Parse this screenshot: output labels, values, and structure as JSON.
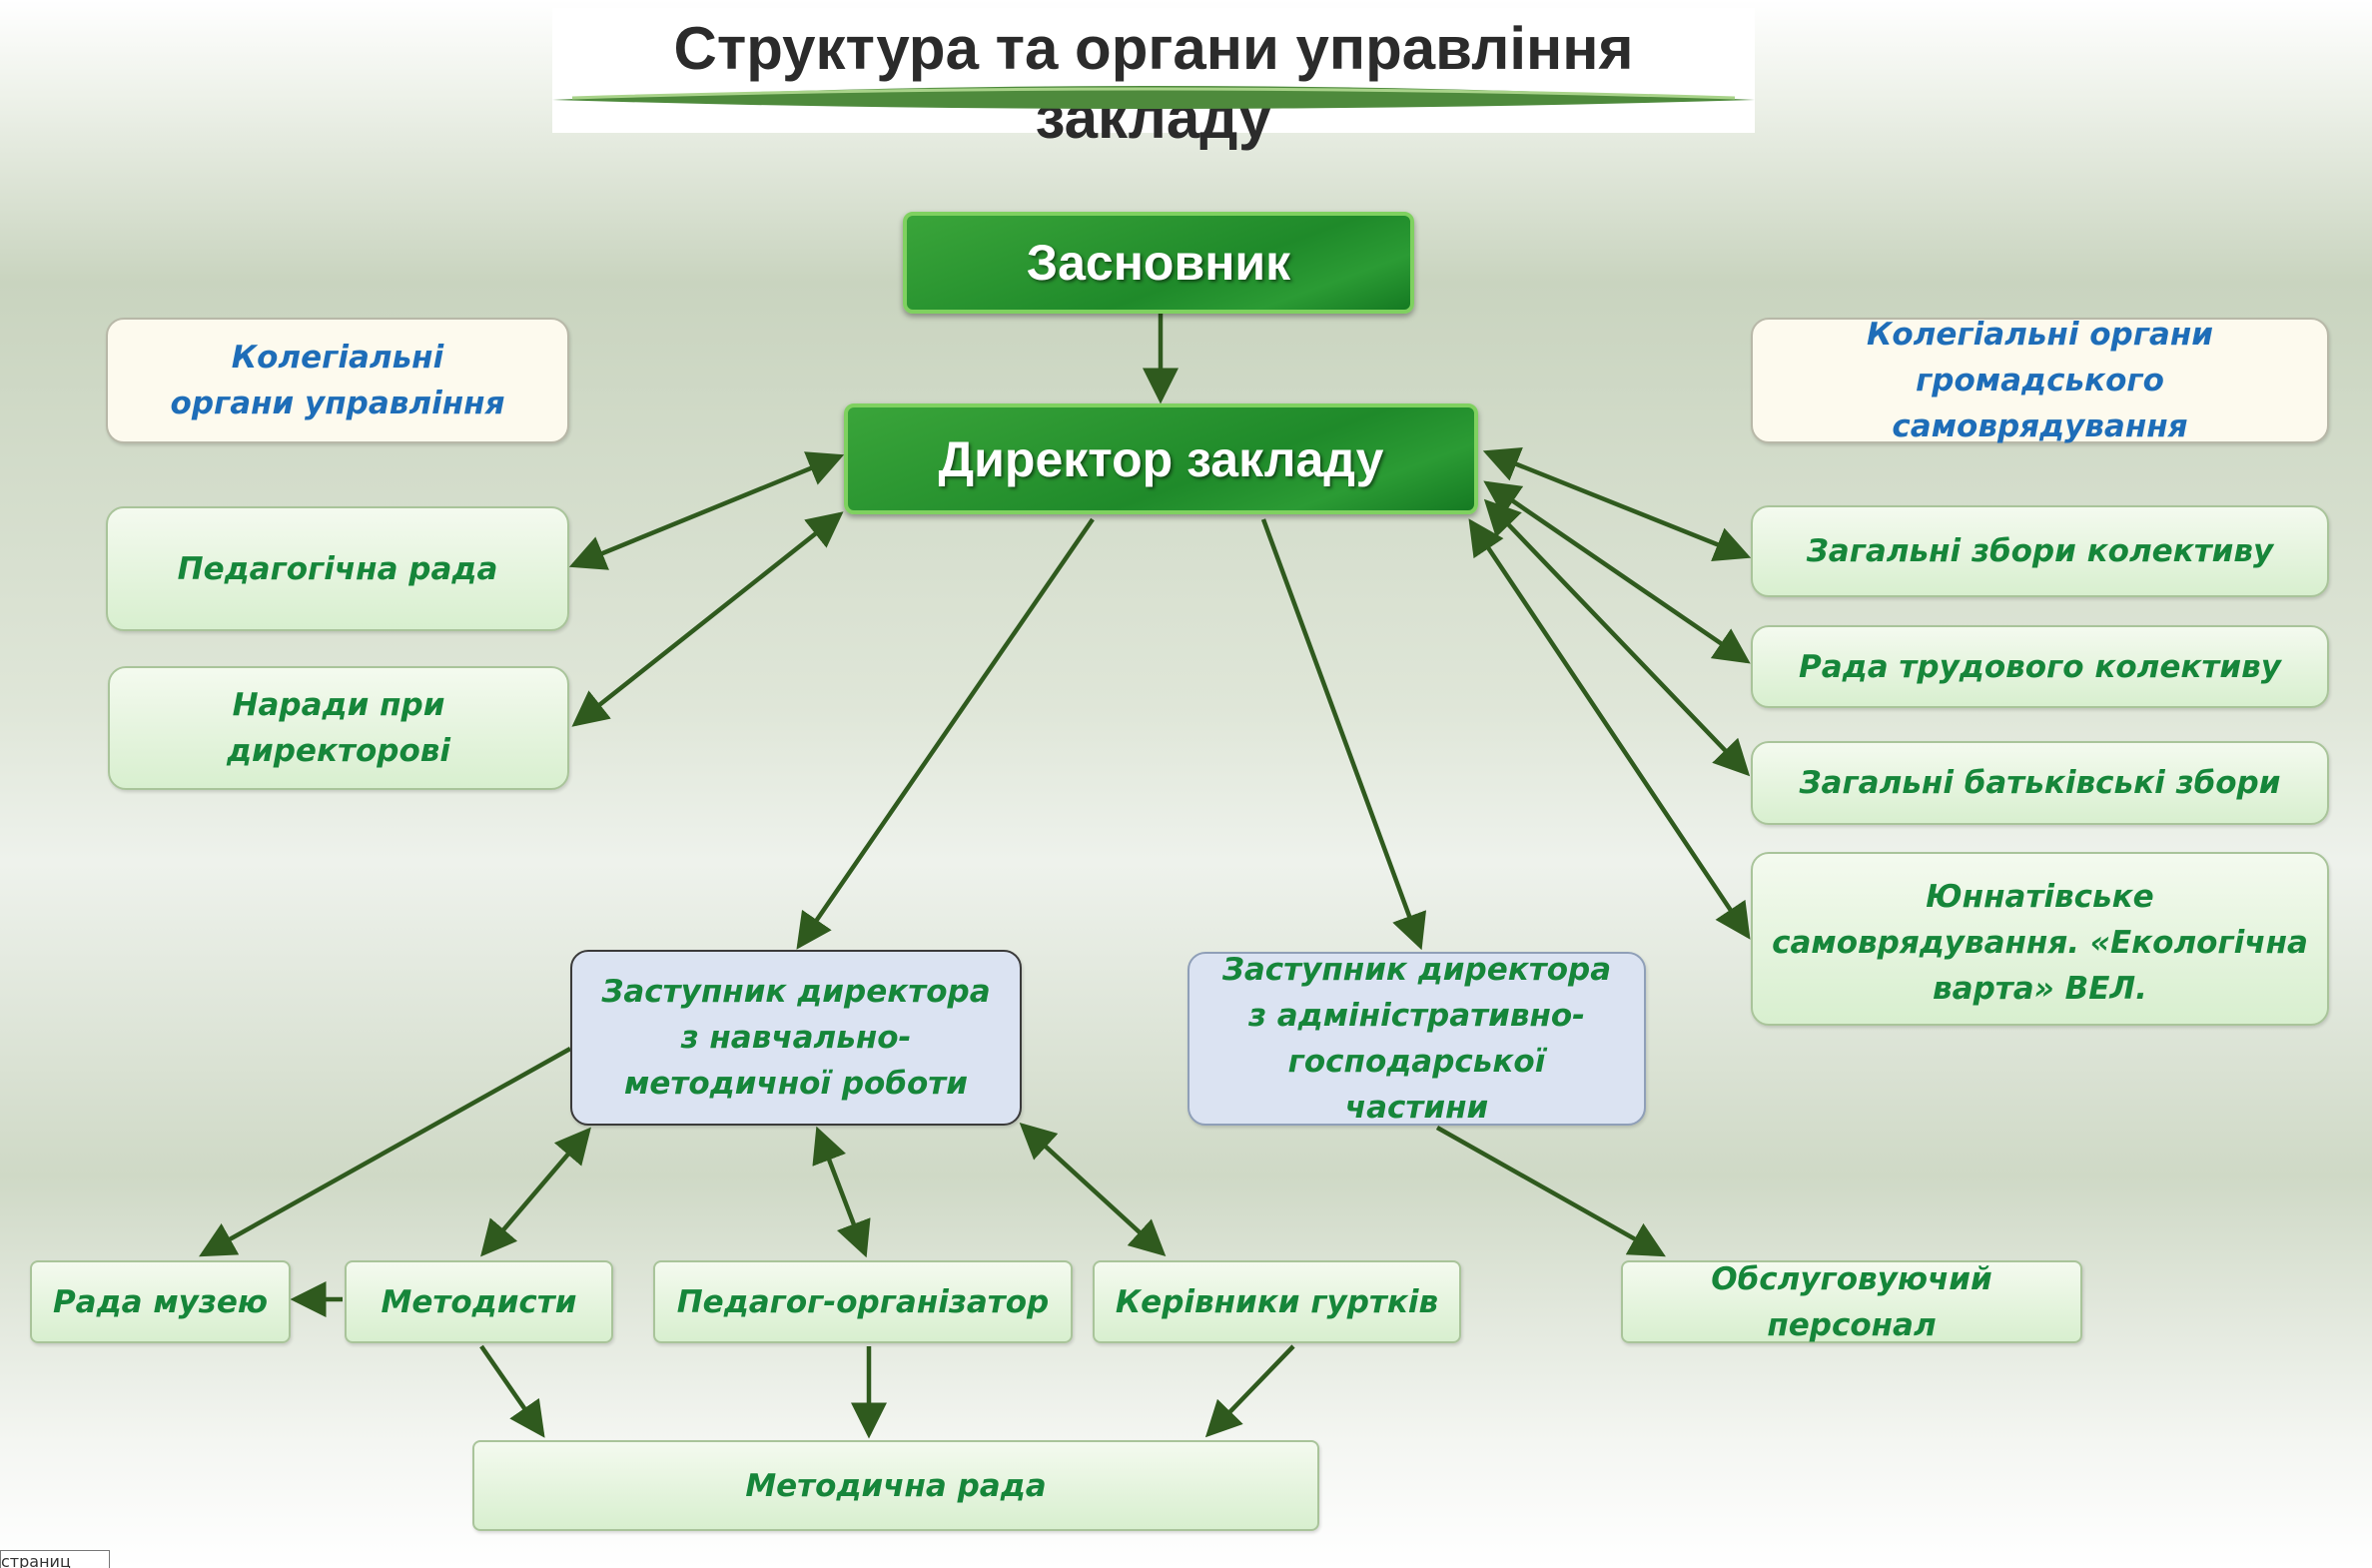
{
  "title": "Структура та органи управління закладу",
  "colors": {
    "arrow": "#2f5a1e",
    "green_text": "#16863a",
    "blue_text": "#1e6db8"
  },
  "nodes": {
    "founder": "Засновник",
    "director": "Директор закладу",
    "collegial_mgmt": "Колегіальні органи управління",
    "ped_council": "Педагогічна рада",
    "meetings": "Наради при директорові",
    "collegial_public": "Колегіальні органи громадського самоврядування",
    "general_staff": "Загальні збори колективу",
    "labor_council": "Рада трудового колективу",
    "parents": "Загальні батьківські збори",
    "naturalists": "Юннатівське самоврядування. «Екологічна варта» ВЕЛ.",
    "deputy_edu": "Заступник директора з навчально-методичної роботи",
    "deputy_adm": "Заступник директора з адміністративно-господарської частини",
    "museum": "Рада музею",
    "methodists": "Методисти",
    "organizer": "Педагог-організатор",
    "clubs": "Керівники гуртків",
    "service": "Обслуговуючий персонал",
    "method_council": "Методична рада"
  },
  "page_label": "страниц"
}
